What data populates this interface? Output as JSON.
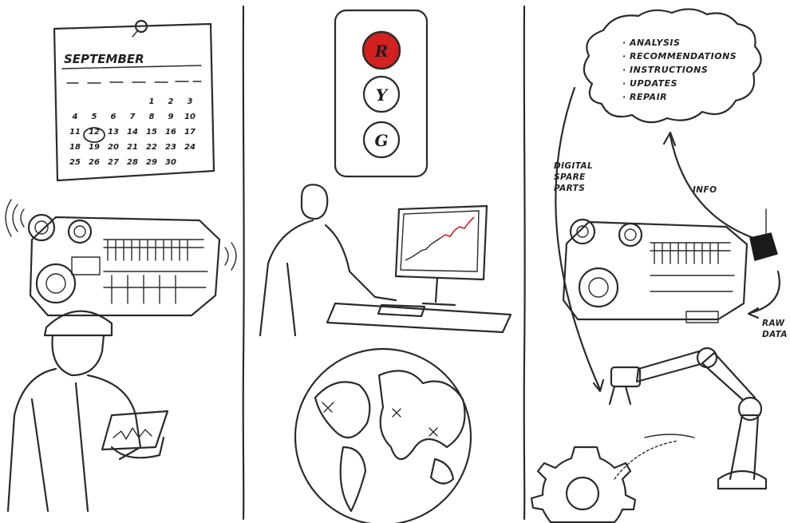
{
  "calendar": {
    "month": "SEPTEMBER",
    "rows": [
      [
        "",
        "",
        "",
        "",
        "1",
        "2",
        "3"
      ],
      [
        "4",
        "5",
        "6",
        "7",
        "8",
        "9",
        "10"
      ],
      [
        "11",
        "12",
        "13",
        "14",
        "15",
        "16",
        "17"
      ],
      [
        "18",
        "19",
        "20",
        "21",
        "22",
        "23",
        "24"
      ],
      [
        "25",
        "26",
        "27",
        "28",
        "29",
        "30",
        ""
      ]
    ],
    "highlighted_day": "12",
    "highlight_color": "#c62828"
  },
  "traffic_light": {
    "red": "R",
    "yellow": "Y",
    "green": "G",
    "active_color": "#d32020"
  },
  "cloud": {
    "items": [
      "ANALYSIS",
      "RECOMMENDATIONS",
      "INSTRUCTIONS",
      "UPDATES",
      "REPAIR"
    ]
  },
  "labels": {
    "digital_spare_parts": [
      "DIGITAL",
      "SPARE",
      "PARTS"
    ],
    "info": "INFO",
    "raw_data": [
      "RAW",
      "DATA"
    ]
  },
  "colors": {
    "ink": "#2b2b2b",
    "accent_red": "#d32020"
  }
}
